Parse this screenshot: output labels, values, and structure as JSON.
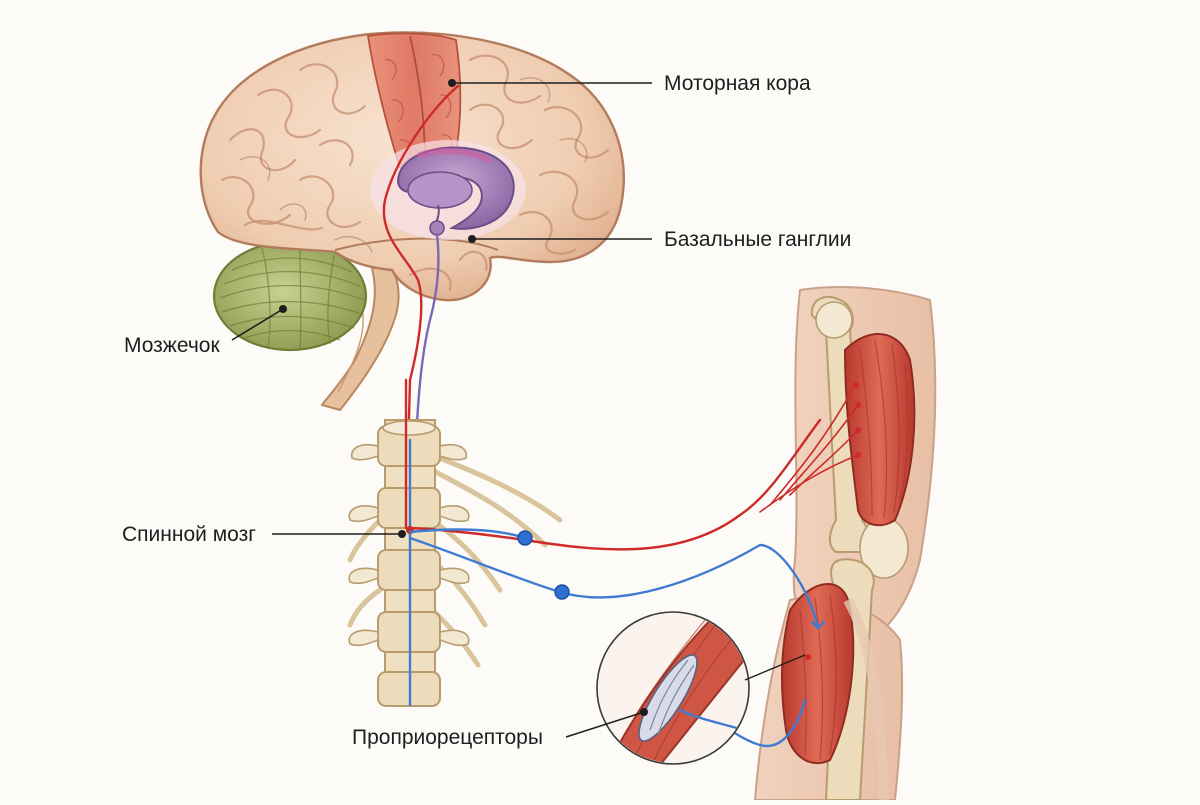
{
  "labels": {
    "motor_cortex": "Моторная кора",
    "basal_ganglia": "Базальные ганглии",
    "cerebellum": "Мозжечок",
    "spinal_cord": "Спинной мозг",
    "proprioceptors": "Проприорецепторы"
  },
  "colors": {
    "background": "#fcfbf8",
    "brain": "#f2d3ba",
    "motor_cortex": "#e3826a",
    "basal_ganglia": "#a983b8",
    "cerebellum": "#a9b56d",
    "bone": "#ecdcbc",
    "motor_nerve": "#cf2a2a",
    "sensory_nerve": "#3f7bd1",
    "basal_pathway": "#7b68b8",
    "muscle": "#c9483a"
  }
}
